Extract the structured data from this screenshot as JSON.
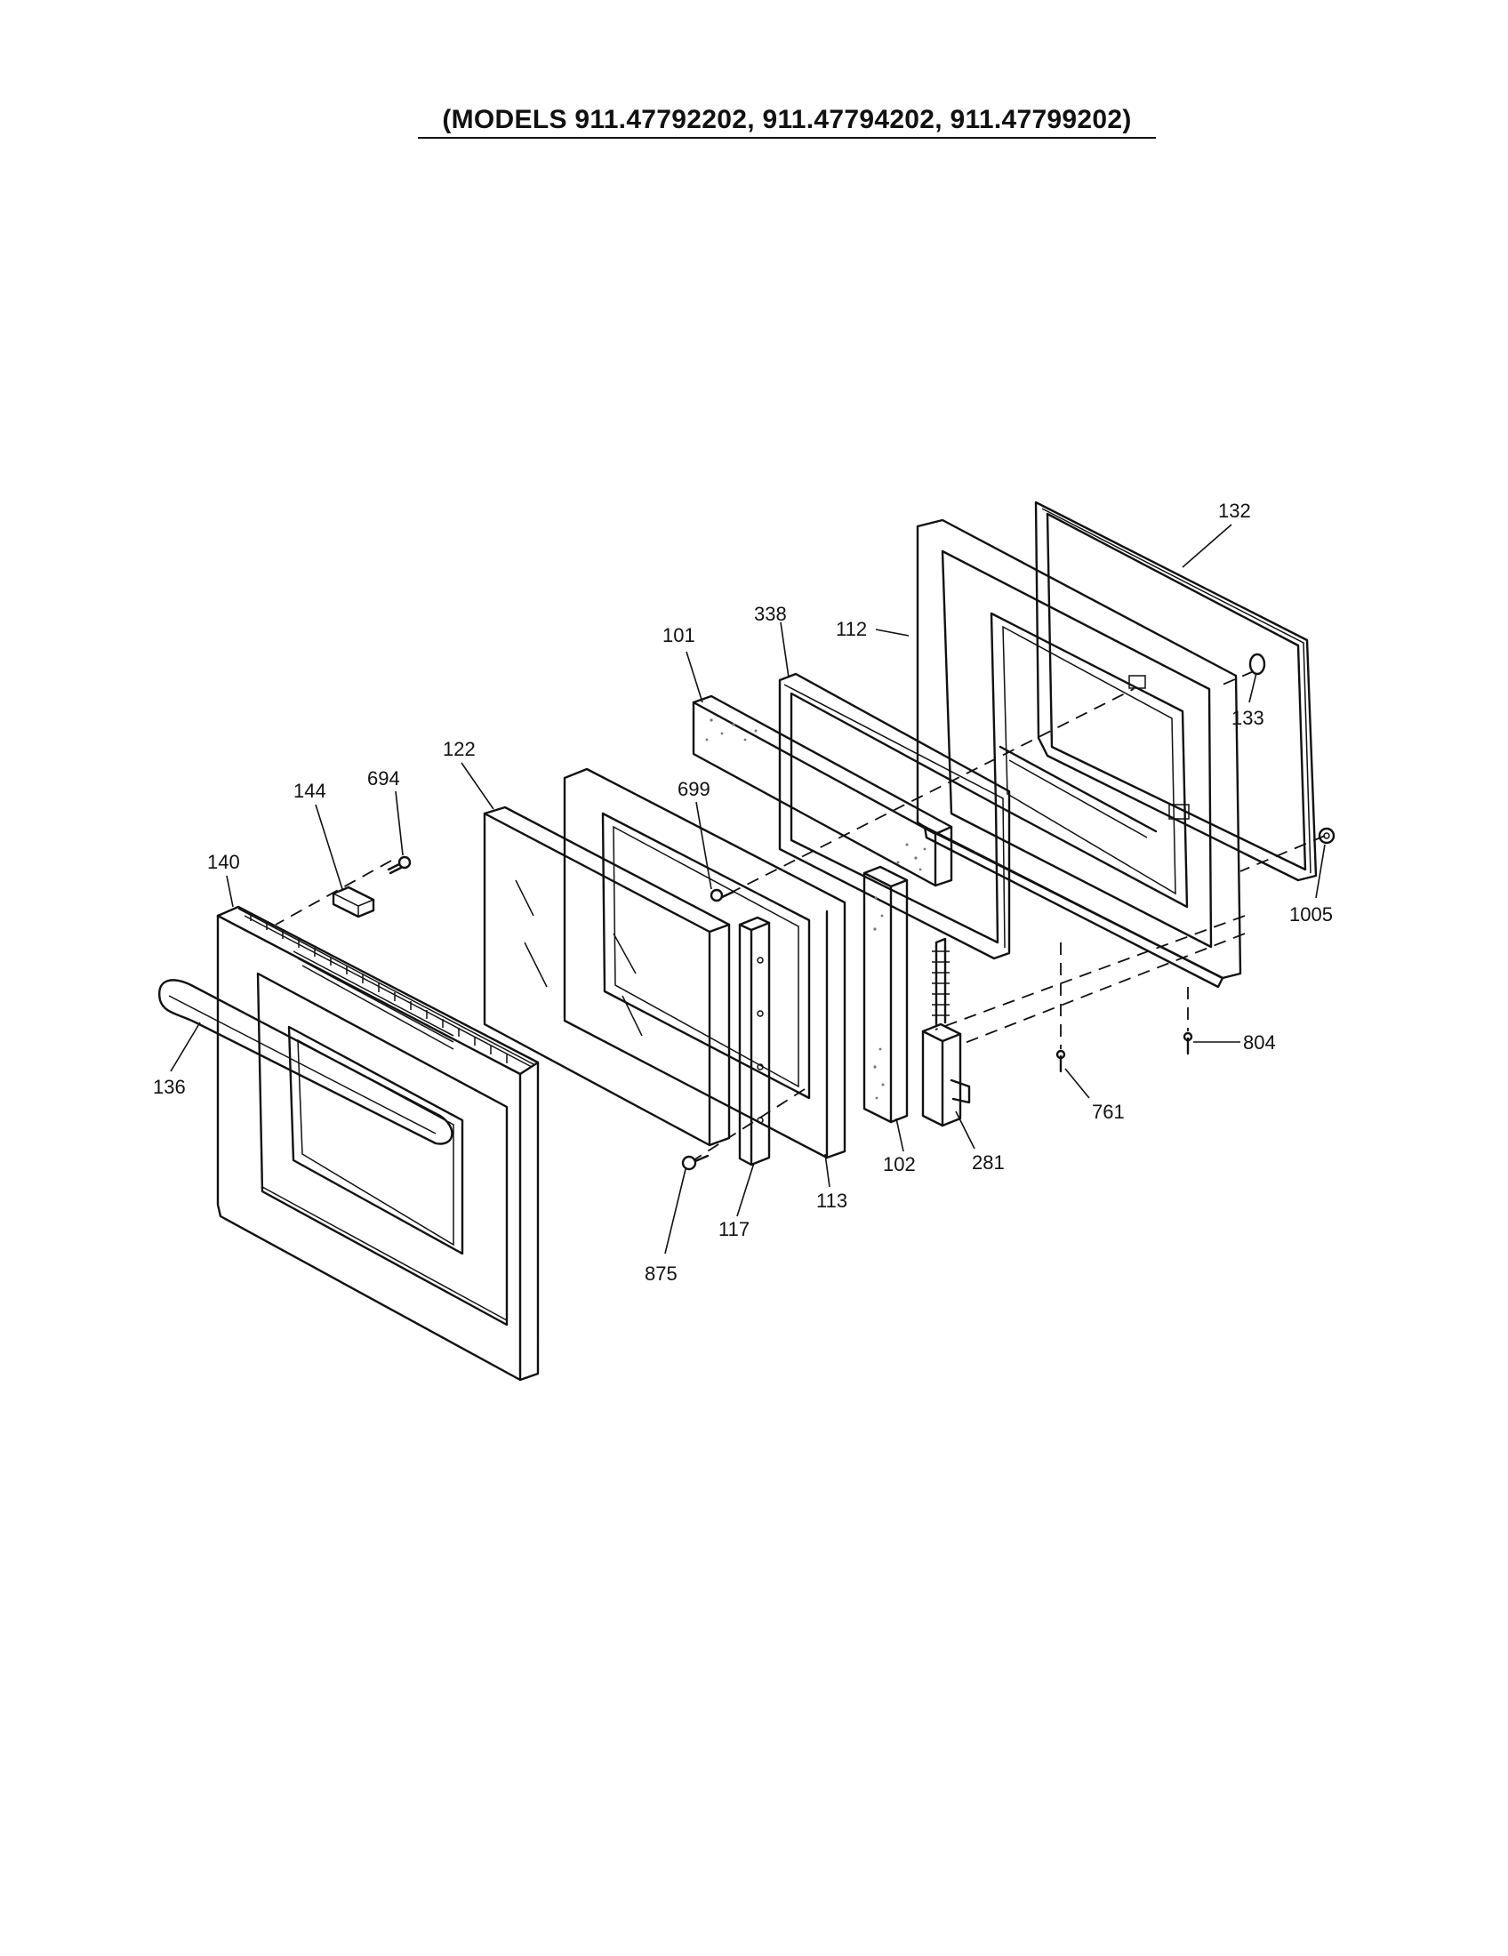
{
  "title": "(MODELS 911.47792202, 911.47794202, 911.47799202)",
  "callouts": [
    {
      "id": "132"
    },
    {
      "id": "112"
    },
    {
      "id": "338"
    },
    {
      "id": "101"
    },
    {
      "id": "133"
    },
    {
      "id": "122"
    },
    {
      "id": "699"
    },
    {
      "id": "694"
    },
    {
      "id": "144"
    },
    {
      "id": "140"
    },
    {
      "id": "1005"
    },
    {
      "id": "804"
    },
    {
      "id": "761"
    },
    {
      "id": "136"
    },
    {
      "id": "281"
    },
    {
      "id": "102"
    },
    {
      "id": "113"
    },
    {
      "id": "117"
    },
    {
      "id": "875"
    }
  ]
}
